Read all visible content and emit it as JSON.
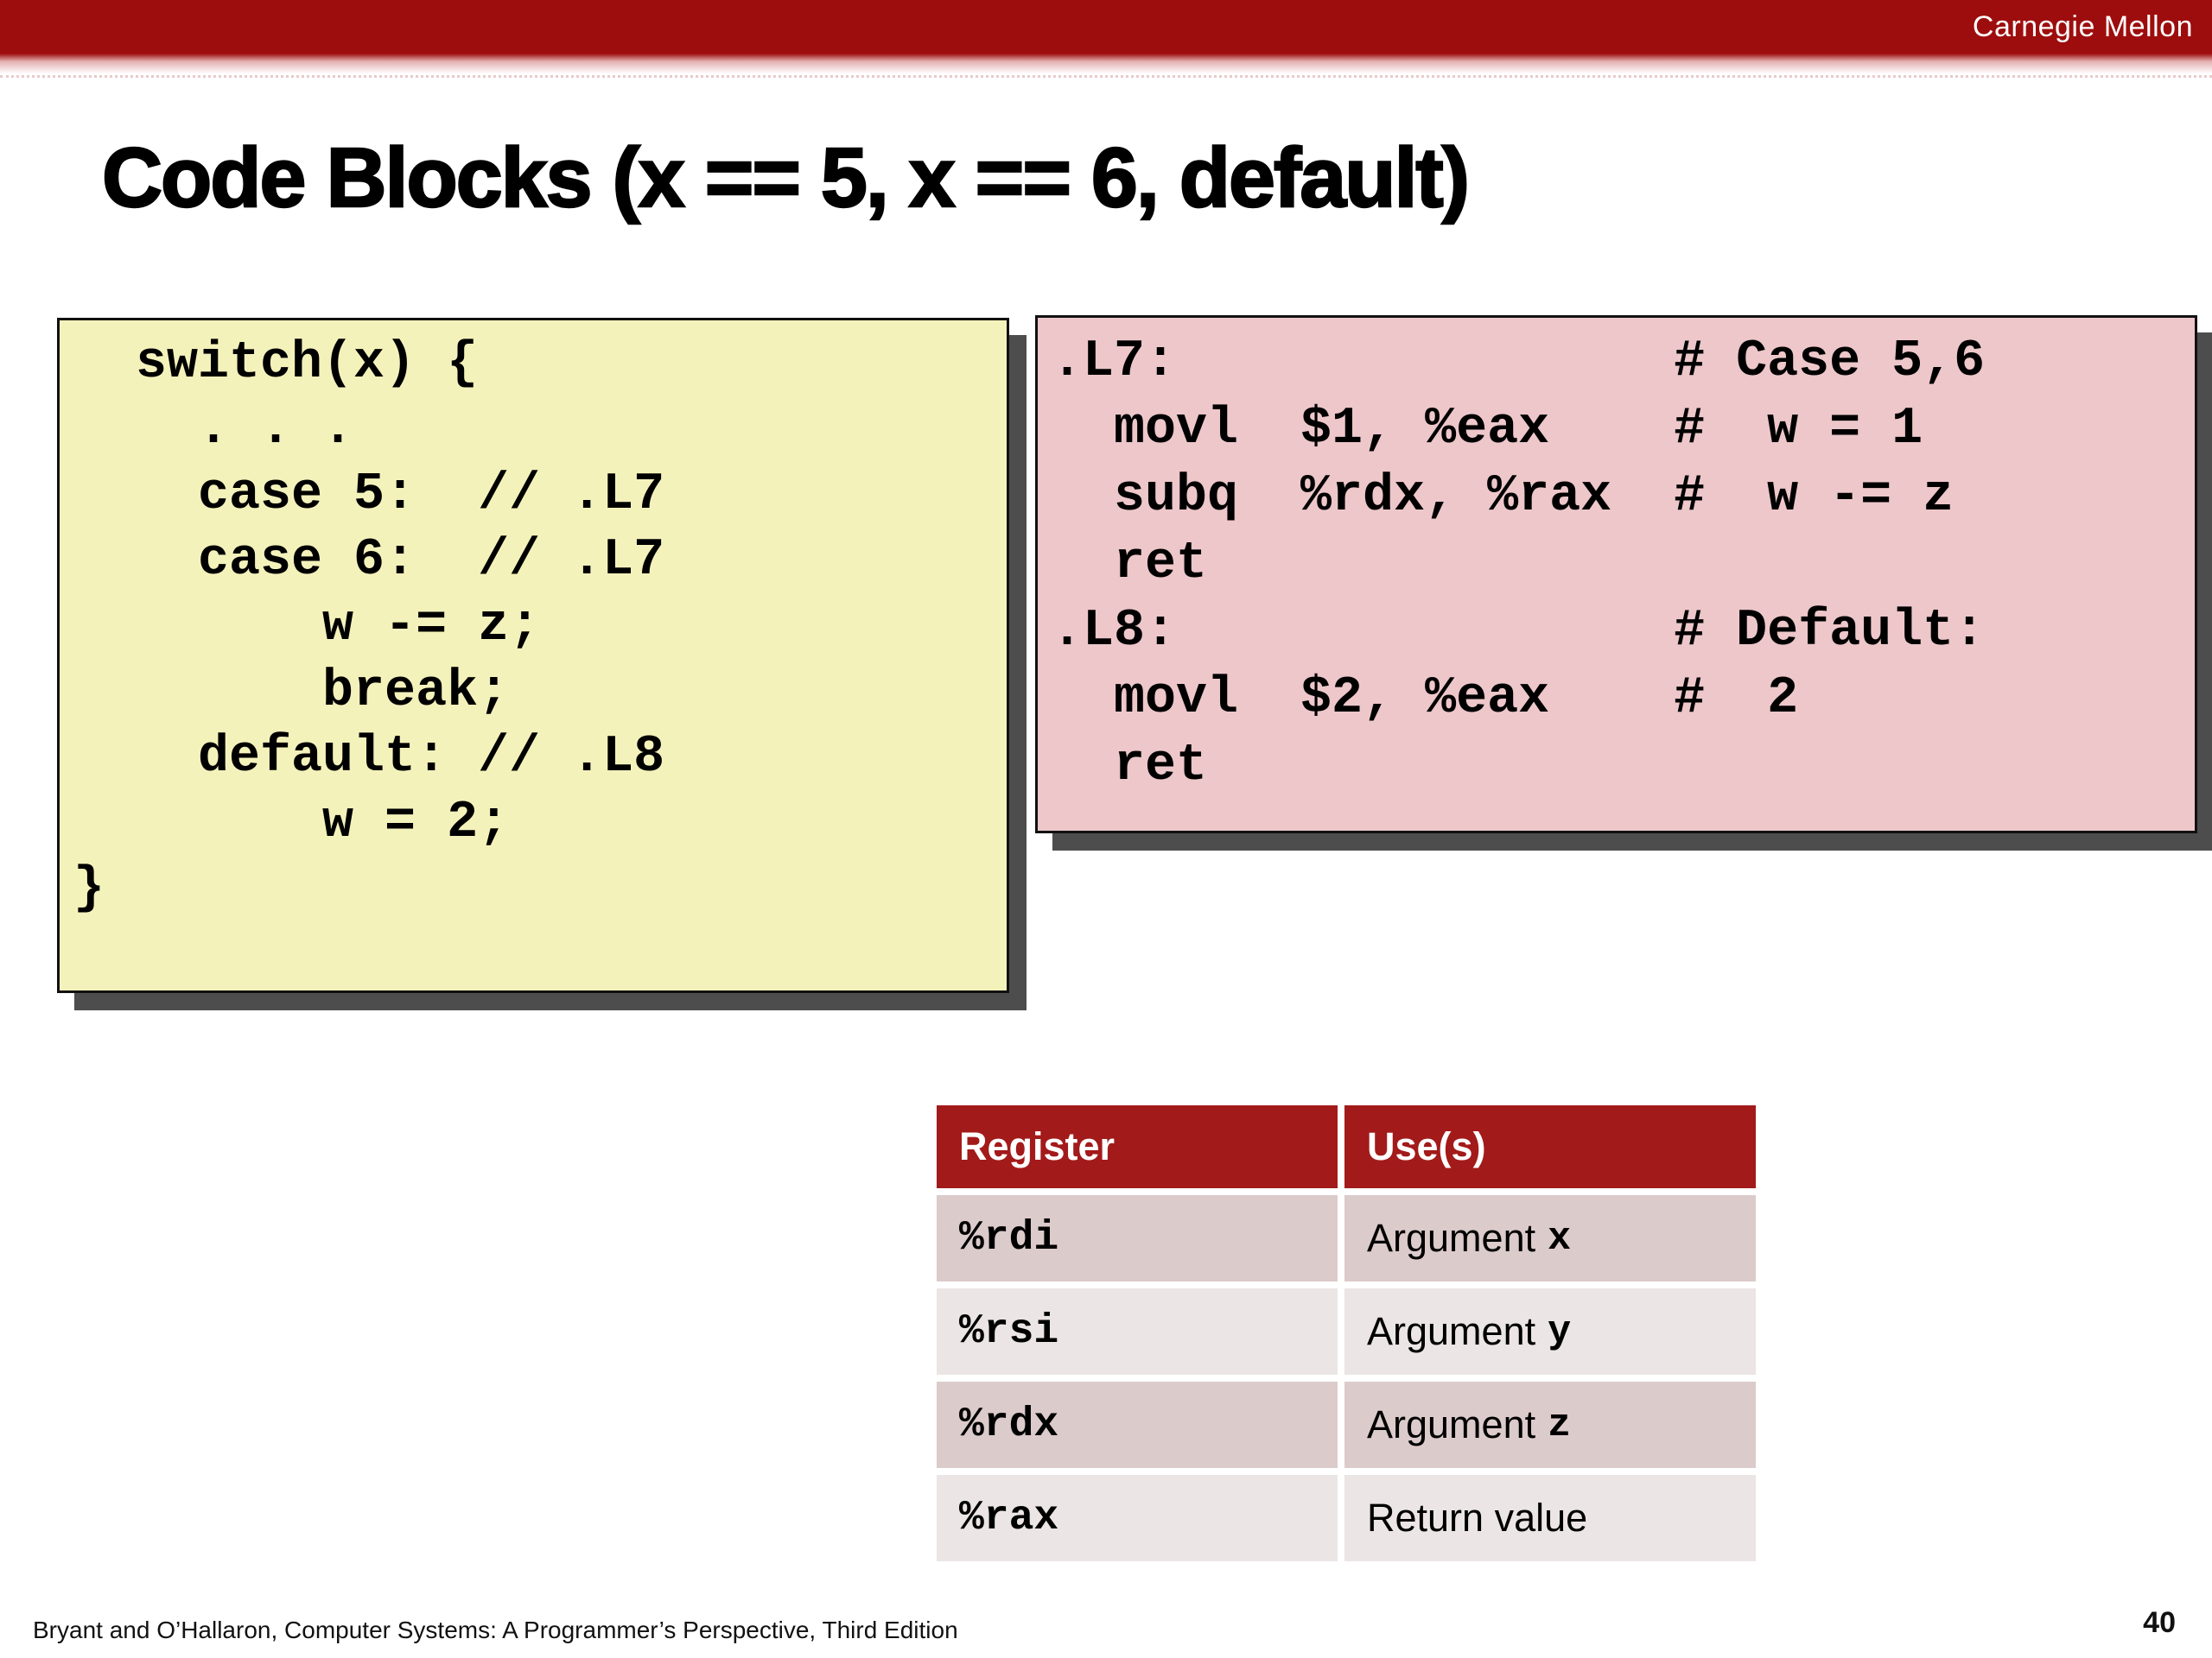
{
  "header": {
    "brand": "Carnegie Mellon"
  },
  "title": "Code Blocks (x == 5, x == 6, default)",
  "c_code": {
    "text": "  switch(x) {\n    . . .\n    case 5:  // .L7\n    case 6:  // .L7\n        w -= z;\n        break;\n    default: // .L8\n        w = 2;\n}"
  },
  "asm_code": {
    "text": ".L7:                # Case 5,6\n  movl  $1, %eax    #  w = 1\n  subq  %rdx, %rax  #  w -= z\n  ret\n.L8:                # Default:\n  movl  $2, %eax    #  2\n  ret"
  },
  "register_table": {
    "headers": [
      "Register",
      "Use(s)"
    ],
    "rows": [
      {
        "register": "%rdi",
        "use_prefix": "Argument",
        "use_var": "x"
      },
      {
        "register": "%rsi",
        "use_prefix": "Argument",
        "use_var": "y"
      },
      {
        "register": "%rdx",
        "use_prefix": "Argument",
        "use_var": "z"
      },
      {
        "register": "%rax",
        "use_prefix": "Return value",
        "use_var": ""
      }
    ]
  },
  "footer": {
    "citation": "Bryant and O’Hallaron, Computer Systems: A Programmer’s Perspective, Third Edition",
    "page_number": "40"
  },
  "colors": {
    "banner_red": "#9e0d0d",
    "table_header_red": "#a31a1a",
    "c_block_bg": "#f4f2bb",
    "asm_block_bg": "#edc7ca",
    "table_row_odd_bg": "#dccbcb",
    "table_row_even_bg": "#ebe5e5",
    "shadow_gray": "#4d4d4d"
  }
}
